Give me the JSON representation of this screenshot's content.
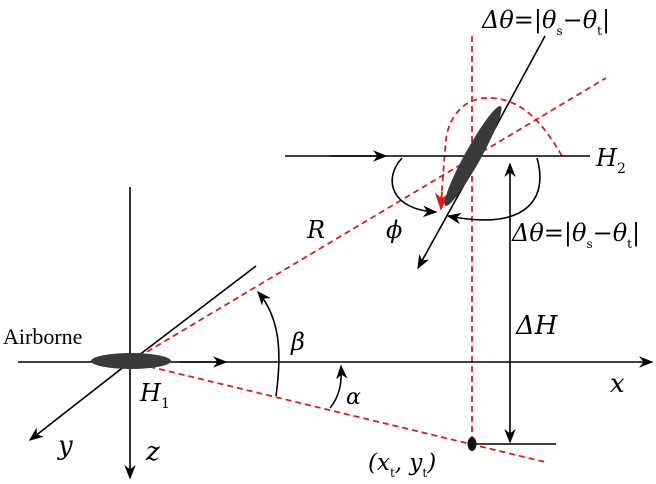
{
  "colors": {
    "axis": "#000000",
    "aircraft": "#3a3a3a",
    "guide_dashed": "#d42020"
  },
  "labels": {
    "airborne": "Airborne",
    "h1": "H",
    "h1_sub": "1",
    "h2": "H",
    "h2_sub": "2",
    "axis_x": "x",
    "axis_y": "y",
    "axis_z": "z",
    "range_r": "R",
    "beta": "β",
    "alpha": "α",
    "phi": "ϕ",
    "delta_h": "ΔH",
    "target_coord_open": "(x",
    "target_coord_t1": "t",
    "target_coord_mid": ",  y",
    "target_coord_t2": "t",
    "target_coord_close": ")",
    "dtheta_top_prefix": "Δθ=|θ",
    "dtheta_top_s": "s",
    "dtheta_top_minus": "−θ",
    "dtheta_top_t": "t",
    "dtheta_top_bar": "|",
    "dtheta_right_prefix": "Δθ=|θ",
    "dtheta_right_s": "s",
    "dtheta_right_minus": "−θ",
    "dtheta_right_t": "t",
    "dtheta_right_bar": "|"
  }
}
